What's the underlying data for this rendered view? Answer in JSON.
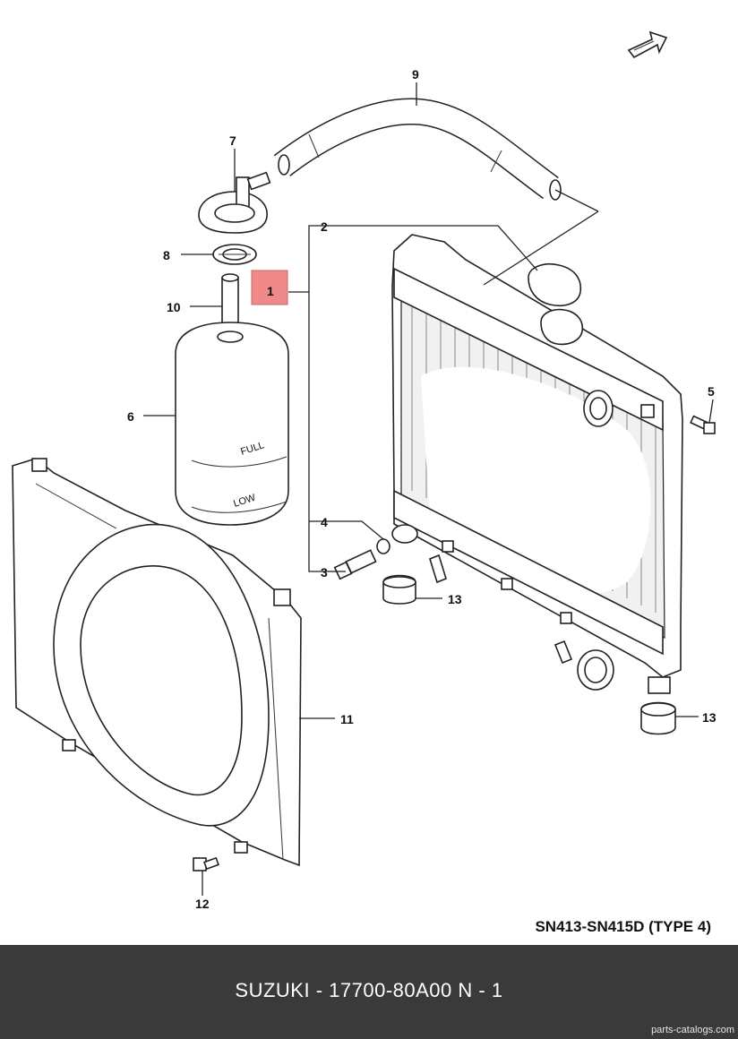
{
  "diagram": {
    "callouts": [
      "1",
      "2",
      "3",
      "4",
      "5",
      "6",
      "7",
      "8",
      "9",
      "10",
      "11",
      "12",
      "13"
    ],
    "model_code": "SN413-SN415D (TYPE 4)",
    "highlighted_part": "1",
    "highlight_color": "#f08a8a"
  },
  "footer": {
    "title": "SUZUKI - 17700-80A00    N - 1",
    "source": "parts-catalogs.com",
    "background": "#3a3a3a"
  }
}
